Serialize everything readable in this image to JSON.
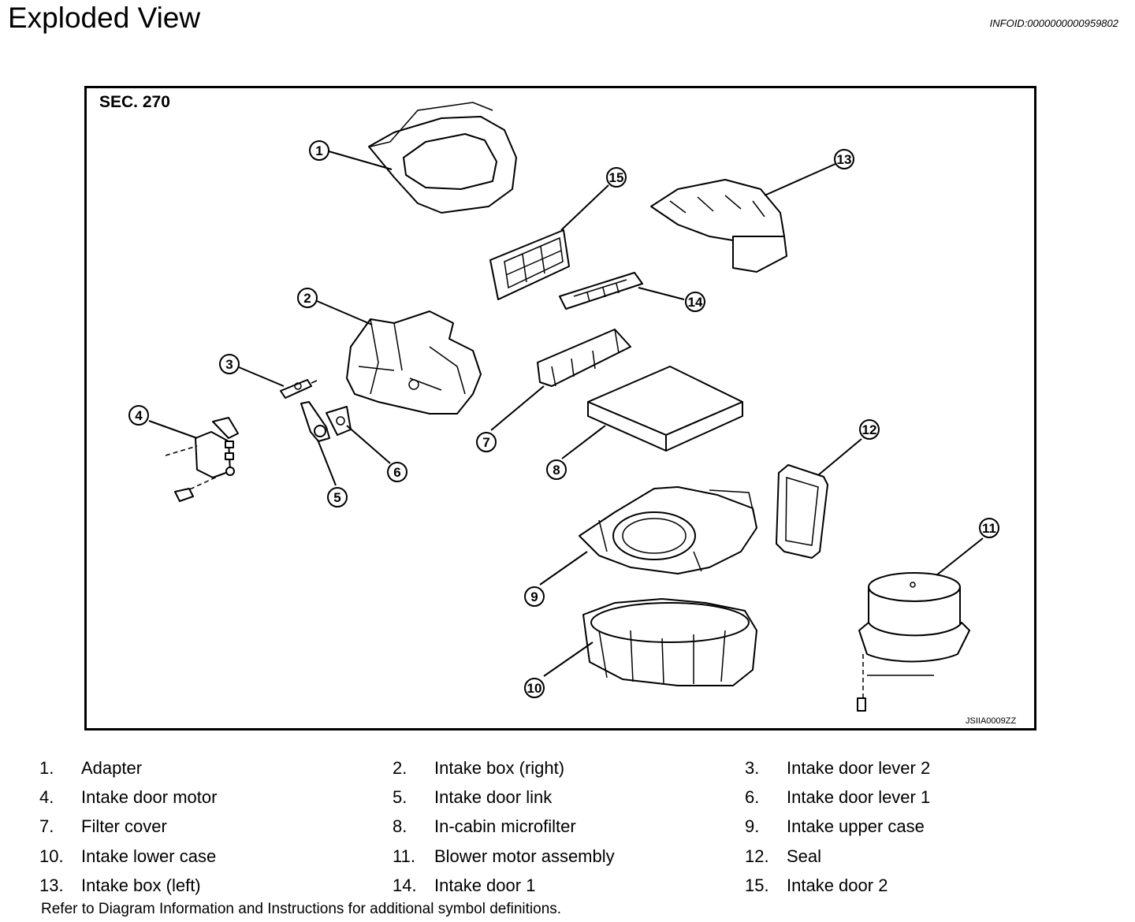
{
  "header": {
    "title": "Exploded View",
    "info_id": "INFOID:0000000000959802"
  },
  "diagram": {
    "section": "SEC. 270",
    "figure_code": "JSIIA0009ZZ",
    "callouts": [
      "1",
      "2",
      "3",
      "4",
      "5",
      "6",
      "7",
      "8",
      "9",
      "10",
      "11",
      "12",
      "13",
      "14",
      "15"
    ]
  },
  "legend": [
    {
      "num": "1.",
      "label": "Adapter"
    },
    {
      "num": "2.",
      "label": "Intake box (right)"
    },
    {
      "num": "3.",
      "label": "Intake door lever 2"
    },
    {
      "num": "4.",
      "label": "Intake door motor"
    },
    {
      "num": "5.",
      "label": "Intake door link"
    },
    {
      "num": "6.",
      "label": "Intake door lever 1"
    },
    {
      "num": "7.",
      "label": "Filter cover"
    },
    {
      "num": "8.",
      "label": "In-cabin microfilter"
    },
    {
      "num": "9.",
      "label": "Intake upper case"
    },
    {
      "num": "10.",
      "label": "Intake lower case"
    },
    {
      "num": "11.",
      "label": "Blower motor assembly"
    },
    {
      "num": "12.",
      "label": "Seal"
    },
    {
      "num": "13.",
      "label": "Intake box (left)"
    },
    {
      "num": "14.",
      "label": "Intake door 1"
    },
    {
      "num": "15.",
      "label": "Intake door 2"
    }
  ],
  "footer": {
    "note": "Refer to Diagram Information and Instructions for additional symbol definitions."
  }
}
